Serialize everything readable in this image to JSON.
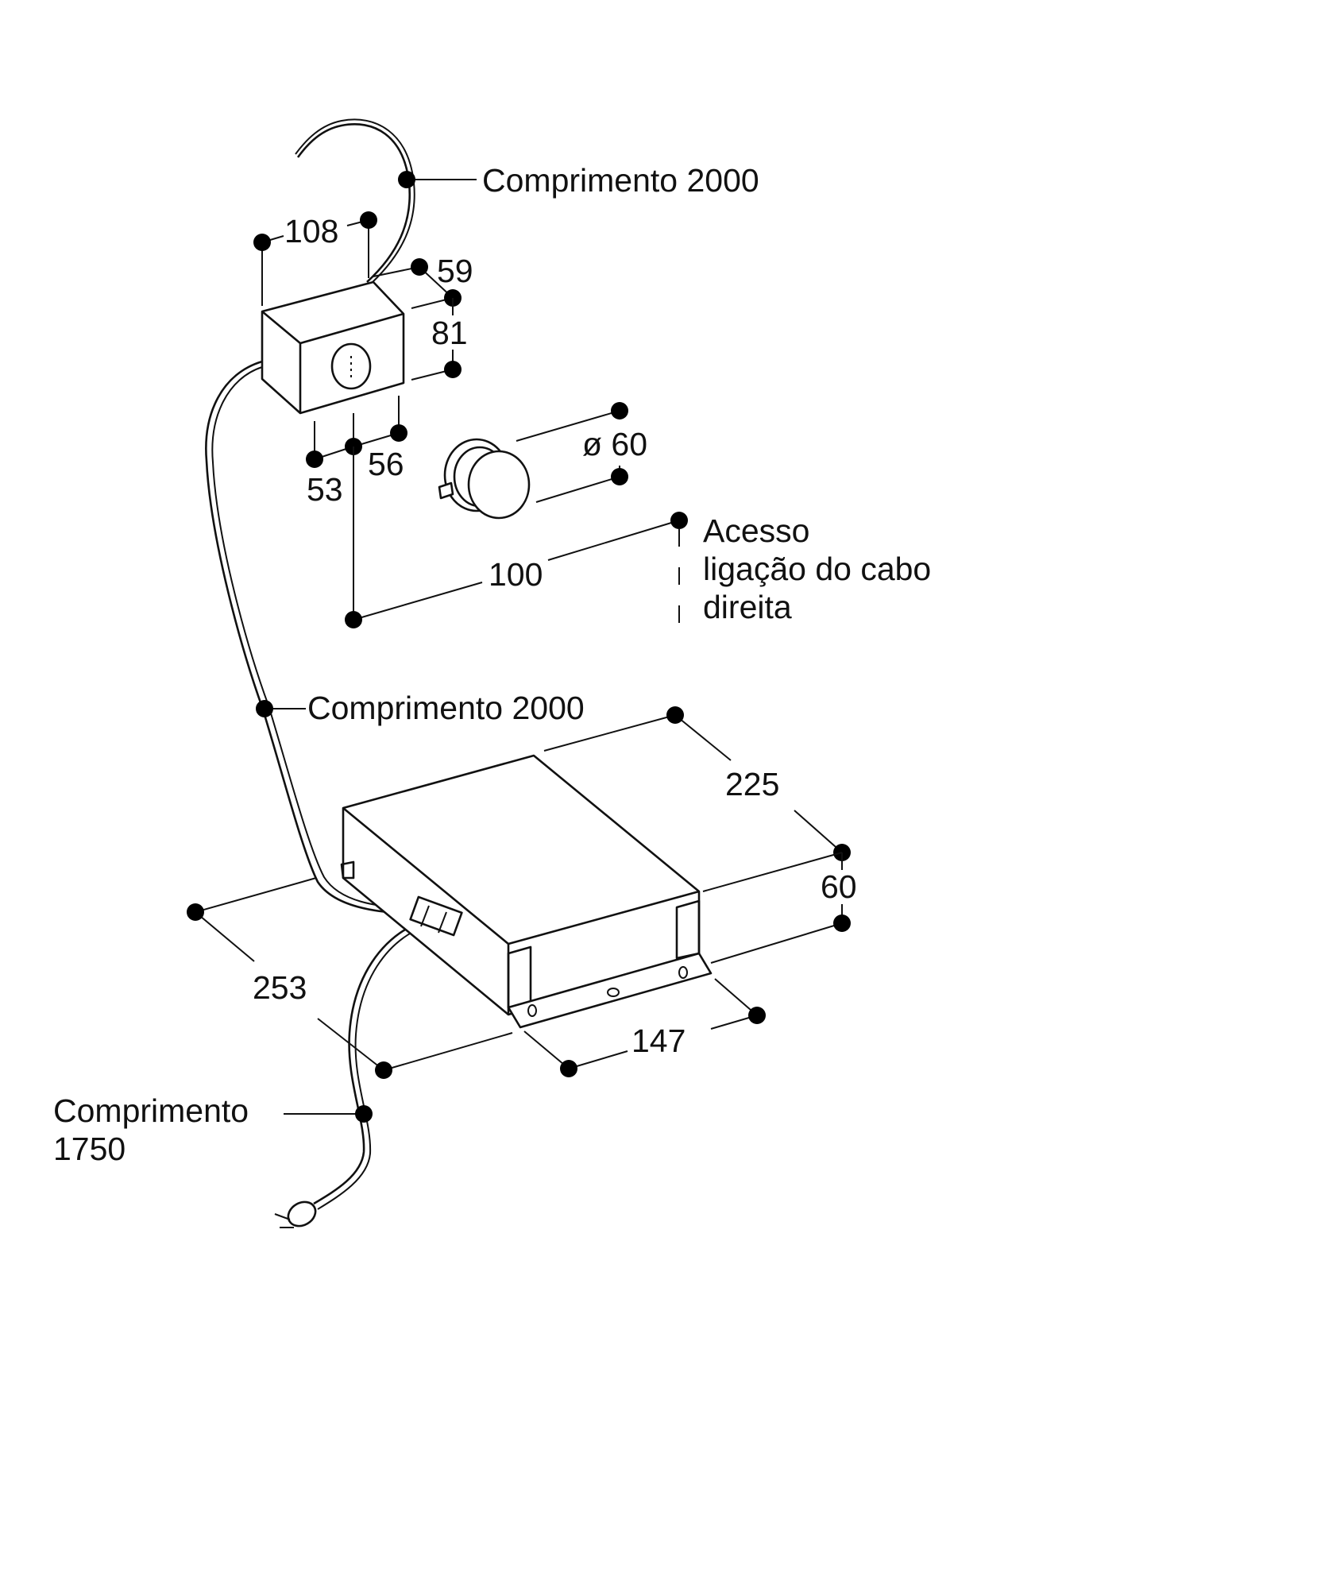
{
  "labels": {
    "cable_top": "Comprimento 2000",
    "cable_mid": "Comprimento 2000",
    "cable_bottom_line1": "Comprimento",
    "cable_bottom_line2": "1750",
    "access_line1": "Acesso",
    "access_line2": "ligação do cabo",
    "access_line3": "direita"
  },
  "dimensions": {
    "box_width": "108",
    "box_depth": "59",
    "box_height": "81",
    "box_offset_left": "53",
    "box_offset_right": "56",
    "knob_diameter": "ø 60",
    "knob_spacing": "100",
    "unit_depth": "225",
    "unit_height": "60",
    "unit_length": "253",
    "unit_mount": "147"
  }
}
